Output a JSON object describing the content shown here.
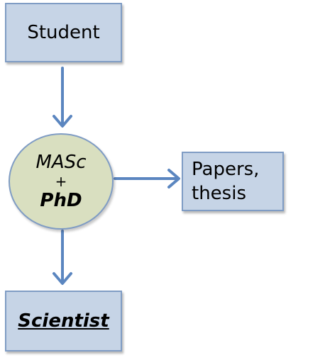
{
  "nodes": {
    "student": {
      "label": "Student"
    },
    "degree": {
      "line1": "MASc",
      "plus": "+",
      "line2": "PhD"
    },
    "papers": {
      "line1": "Papers,",
      "line2": "thesis"
    },
    "scientist": {
      "label": "Scientist"
    }
  },
  "edges": [
    {
      "from": "student",
      "to": "degree"
    },
    {
      "from": "degree",
      "to": "papers"
    },
    {
      "from": "degree",
      "to": "scientist"
    }
  ],
  "colors": {
    "box_fill": "#c6d4e6",
    "circle_fill": "#d9dfc0",
    "border": "#7f9cc4",
    "arrow": "#5b86c0"
  }
}
